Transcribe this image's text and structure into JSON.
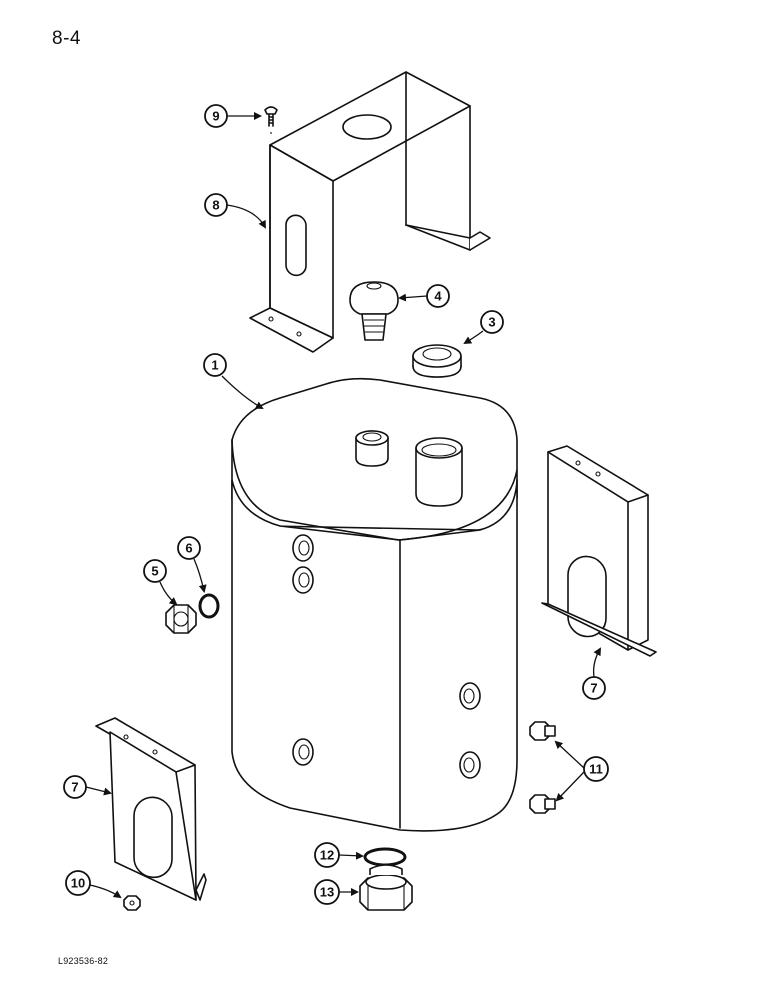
{
  "page": {
    "page_number": "8-4",
    "figure_code": "L923536-82"
  },
  "callouts": {
    "c1": "1",
    "c3": "3",
    "c4": "4",
    "c5": "5",
    "c6": "6",
    "c7a": "7",
    "c7b": "7",
    "c8": "8",
    "c9": "9",
    "c10": "10",
    "c11": "11",
    "c12": "12",
    "c13": "13"
  },
  "icons": {
    "reservoir": "reservoir-tank-icon",
    "bracket_top": "u-bracket-icon",
    "strap": "mounting-strap-icon",
    "breather": "breather-cap-icon",
    "plug": "plug-icon",
    "screw": "screw-icon",
    "bolt": "bolt-icon",
    "nut": "nut-icon",
    "washer": "sealing-washer-icon",
    "fitting": "fitting-icon"
  }
}
